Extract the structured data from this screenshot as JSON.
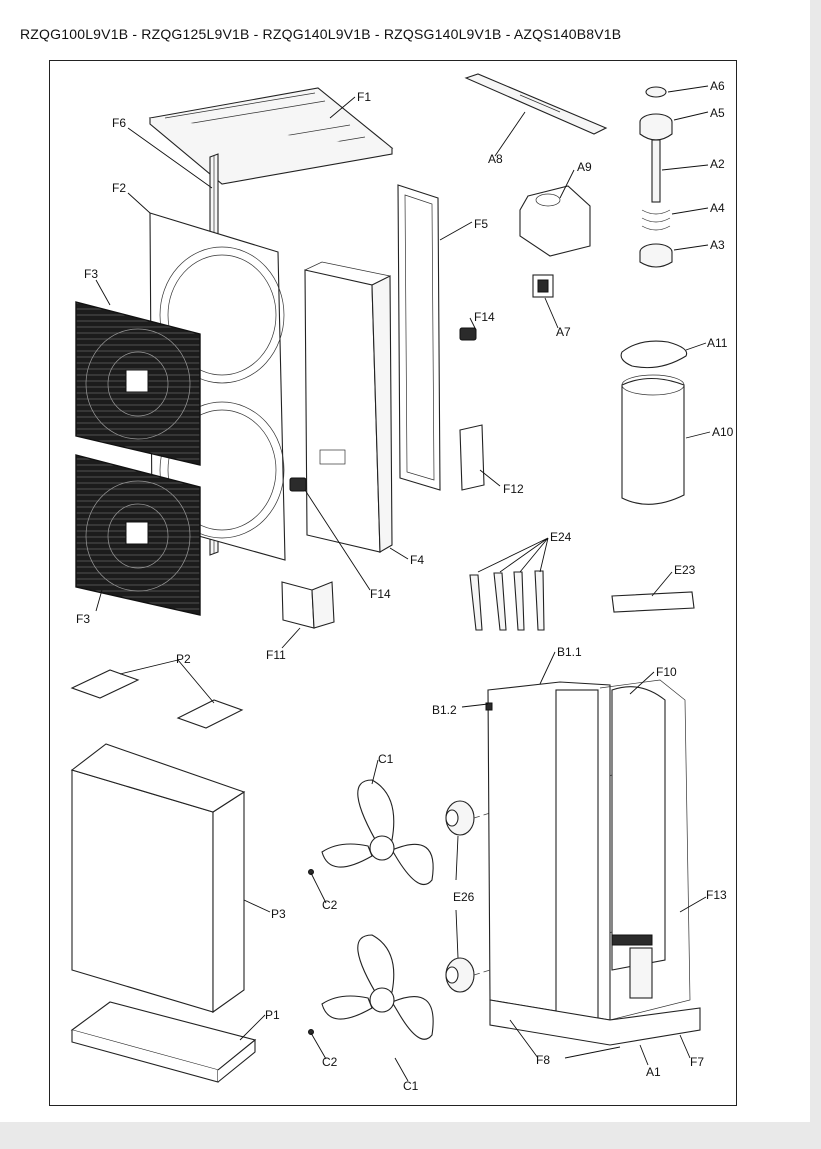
{
  "header": {
    "title": "RZQG100L9V1B - RZQG125L9V1B - RZQG140L9V1B - RZQSG140L9V1B - AZQS140B8V1B"
  },
  "labels": {
    "F1": "F1",
    "F6": "F6",
    "F2": "F2",
    "F3_top": "F3",
    "F3_bottom": "F3",
    "F5": "F5",
    "F4": "F4",
    "F14_a": "F14",
    "F14_b": "F14",
    "F11": "F11",
    "F12": "F12",
    "A8": "A8",
    "A9": "A9",
    "A7": "A7",
    "A6": "A6",
    "A5": "A5",
    "A2": "A2",
    "A4": "A4",
    "A3": "A3",
    "A11": "A11",
    "A10": "A10",
    "E24": "E24",
    "E23": "E23",
    "P2": "P2",
    "P3": "P3",
    "P1": "P1",
    "B1_1": "B1.1",
    "B1_2": "B1.2",
    "F10": "F10",
    "F13": "F13",
    "C1_top": "C1",
    "C2_top": "C2",
    "C1_bottom": "C1",
    "C2_bottom": "C2",
    "E26": "E26",
    "F8": "F8",
    "A1": "A1",
    "F7": "F7"
  },
  "icons": {
    "fan_grille": "fan-grille-icon",
    "propeller": "propeller-icon",
    "fan_motor": "fan-motor-icon"
  }
}
